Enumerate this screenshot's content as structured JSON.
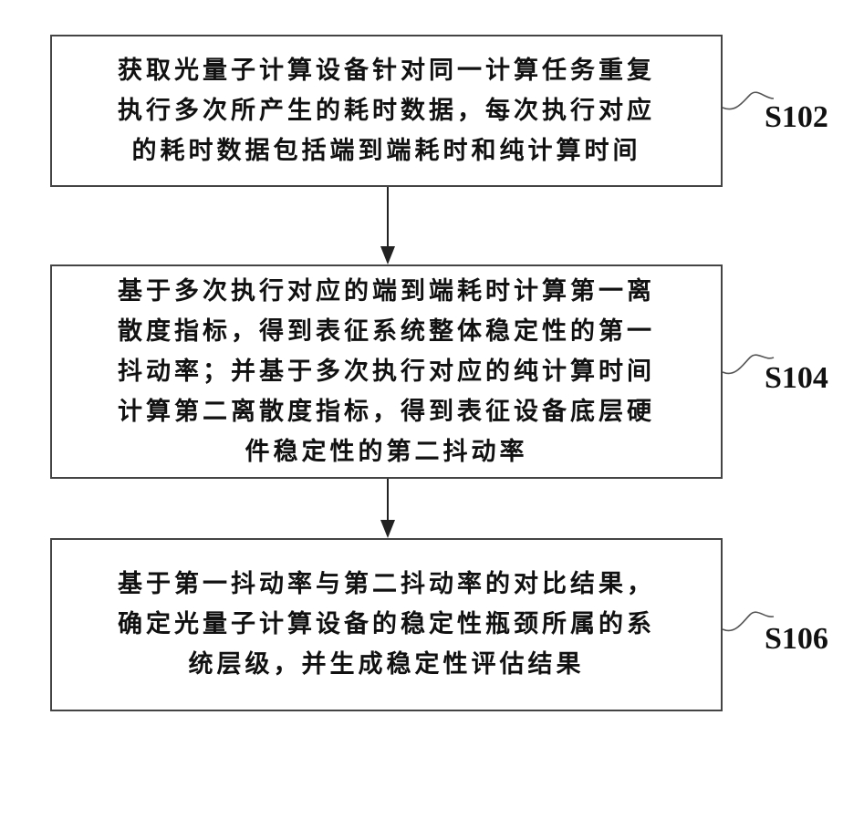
{
  "steps": [
    {
      "label": "S102",
      "lines": [
        "获取光量子计算设备针对同一计算任务重复",
        "执行多次所产生的耗时数据，每次执行对应",
        "的耗时数据包括端到端耗时和纯计算时间"
      ]
    },
    {
      "label": "S104",
      "lines": [
        "基于多次执行对应的端到端耗时计算第一离",
        "散度指标，得到表征系统整体稳定性的第一",
        "抖动率；并基于多次执行对应的纯计算时间",
        "计算第二离散度指标，得到表征设备底层硬",
        "件稳定性的第二抖动率"
      ]
    },
    {
      "label": "S106",
      "lines": [
        "基于第一抖动率与第二抖动率的对比结果，",
        "确定光量子计算设备的稳定性瓶颈所属的系",
        "统层级，并生成稳定性评估结果"
      ]
    }
  ],
  "colors": {
    "border": "#444444",
    "text": "#111111",
    "arrow": "#222222"
  }
}
